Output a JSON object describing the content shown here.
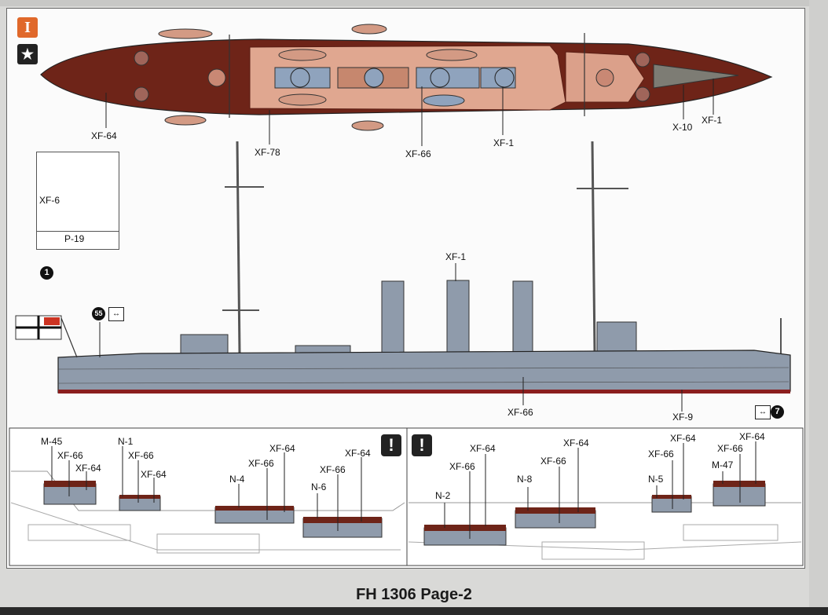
{
  "badges": {
    "step_roman": "I",
    "star_glyph": "★"
  },
  "top_view": {
    "labels": [
      "XF-64",
      "XF-78",
      "XF-66",
      "XF-1",
      "X-10",
      "XF-1"
    ]
  },
  "inset": {
    "part_label": "XF-6",
    "part_number": "P-19"
  },
  "side_view": {
    "callout_1": "1",
    "callout_55": "55",
    "callout_7": "7",
    "funnel_label": "XF-1",
    "hull_label": "XF-66",
    "waterline_label": "XF-9"
  },
  "left_panel": {
    "warning": "!",
    "labels": [
      "M-45",
      "XF-66",
      "XF-64",
      "N-1",
      "XF-66",
      "XF-64",
      "XF-64",
      "XF-66",
      "N-4",
      "XF-64",
      "XF-66",
      "N-6"
    ]
  },
  "right_panel": {
    "warning": "!",
    "labels": [
      "XF-64",
      "XF-66",
      "XF-64",
      "XF-66",
      "N-2",
      "N-8",
      "XF-64",
      "XF-66",
      "N-5",
      "XF-64",
      "XF-66",
      "M-47"
    ]
  },
  "footer": {
    "title": "FH 1306 Page-2"
  },
  "colors": {
    "deck_wood": "#7a2a1f",
    "deck_light": "#e0a790",
    "hull_grey": "#8f9bab",
    "boot_red": "#8b1e1e",
    "badge_orange": "#e0682a"
  }
}
